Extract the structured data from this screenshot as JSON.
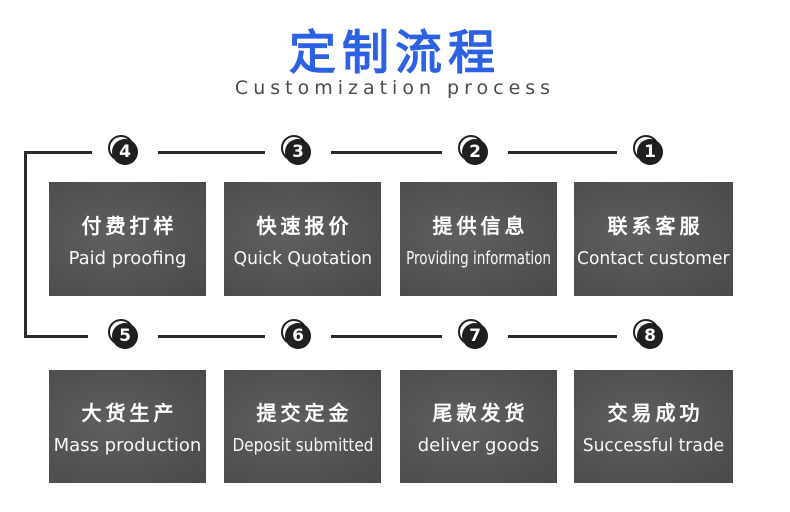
{
  "header": {
    "title_zh": "定制流程",
    "subtitle_en": "Customization process"
  },
  "rows": [
    {
      "steps": [
        {
          "num": "4",
          "label_zh": "付费打样",
          "label_en": "Paid proofing"
        },
        {
          "num": "3",
          "label_zh": "快速报价",
          "label_en": "Quick Quotation"
        },
        {
          "num": "2",
          "label_zh": "提供信息",
          "label_en": "Providing information"
        },
        {
          "num": "1",
          "label_zh": "联系客服",
          "label_en": "Contact customer"
        }
      ]
    },
    {
      "steps": [
        {
          "num": "5",
          "label_zh": "大货生产",
          "label_en": "Mass production"
        },
        {
          "num": "6",
          "label_zh": "提交定金",
          "label_en": "Deposit submitted"
        },
        {
          "num": "7",
          "label_zh": "尾款发货",
          "label_en": "deliver goods"
        },
        {
          "num": "8",
          "label_zh": "交易成功",
          "label_en": "Successful trade"
        }
      ]
    }
  ],
  "colors": {
    "title_blue": "#2b61e2",
    "subtitle_gray": "#4c4c4c",
    "line_black": "#2a2a2a",
    "circle_black": "#1f1f1f",
    "card_gray": "#4a4a4a",
    "card_text": "#ffffff",
    "background": "#ffffff"
  }
}
